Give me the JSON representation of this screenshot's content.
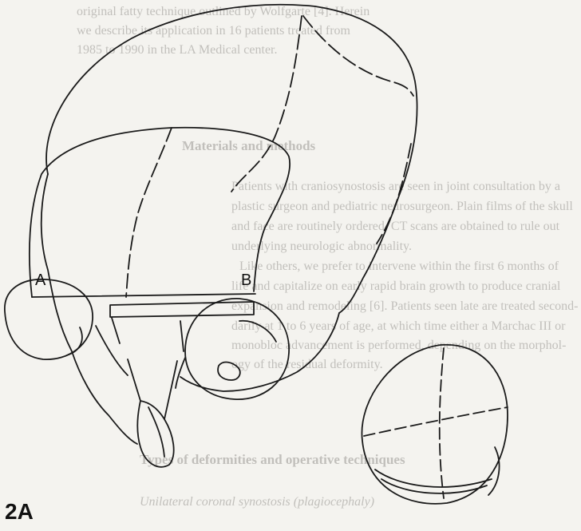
{
  "figure_label": "2A",
  "labels": {
    "point_a": "A",
    "point_b": "B"
  },
  "bleed_text": {
    "lines": [
      "original fatty technique outlined by Wolfgarte [4]. Herein",
      "we describe its application in 16 patients treated from",
      "1985 to 1990 in the LA Medical center."
    ],
    "heading_1": "Materials and methods",
    "para_1": [
      "Patients with craniosynostosis are seen in joint consultation by a",
      "plastic surgeon and pediatric neurosurgeon. Plain films of the skull",
      "and face are routinely ordered. CT scans are obtained to rule out",
      "underlying neurologic abnormality.",
      "Like others, we prefer to intervene within the first 6 months of",
      "life and capitalize on early rapid brain growth to produce cranial",
      "expansion and remodeling [6]. Patients seen late are treated second-",
      "darily at 1 to 6 years of age, at which time either a Marchac III or",
      "monobloc advancement is performed, depending on the morphol-",
      "ogy of the residual deformity."
    ],
    "heading_2": "Types of deformities and operative techniques",
    "subheading": "Unilateral coronal synostosis (plagiocephaly)"
  },
  "colors": {
    "ink": "#1a1a1a",
    "paper": "#f4f3ef"
  }
}
